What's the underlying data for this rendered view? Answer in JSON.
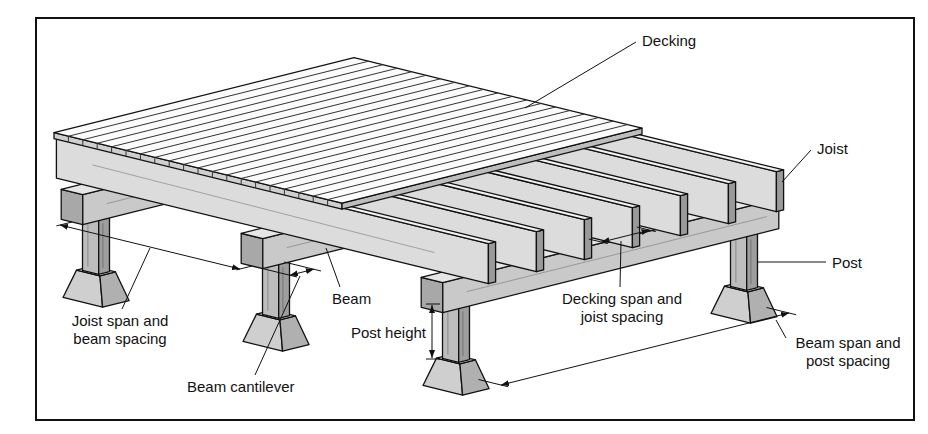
{
  "diagram": {
    "labels": [
      "Decking",
      "Joist",
      "Beam",
      "Post",
      "Joist span and beam spacing",
      "Beam cantilever",
      "Post height",
      "Decking span and joist spacing",
      "Beam span and post spacing"
    ]
  }
}
